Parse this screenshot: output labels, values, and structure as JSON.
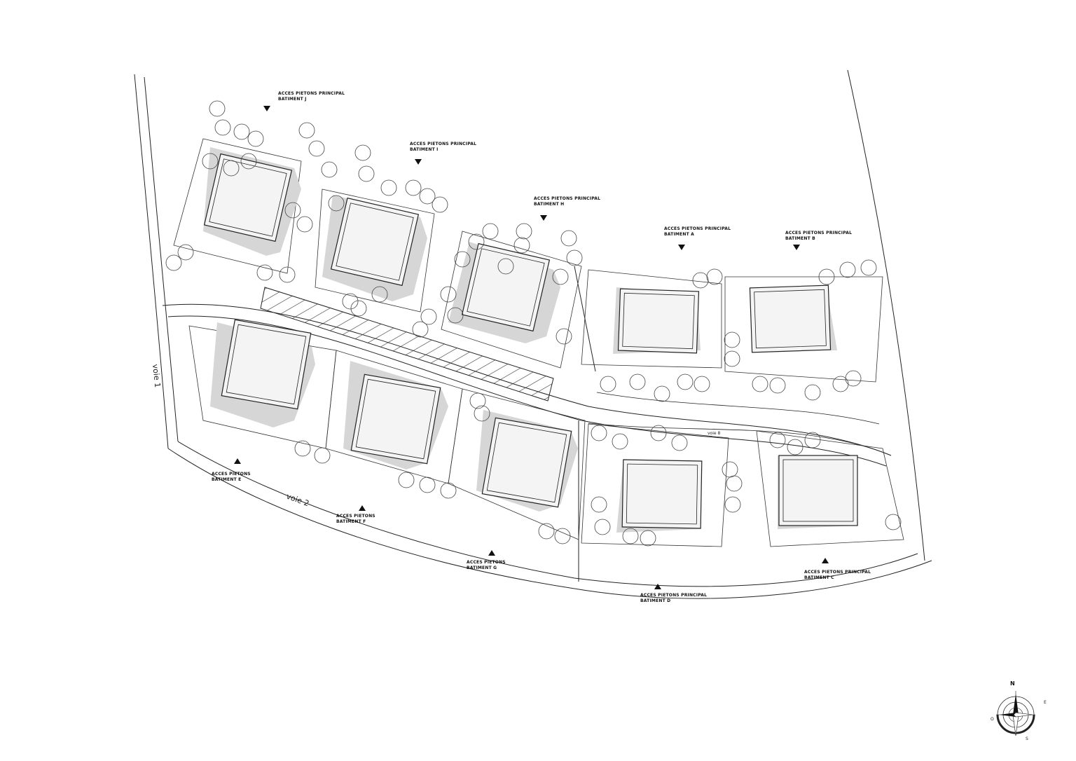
{
  "roads": {
    "voie1": "voie 1",
    "voie2": "voie 2",
    "voie8": "voie 8"
  },
  "buildings": {
    "A": "BATIMENT A",
    "B": "BATIMENT B",
    "C": "BATIMENT C",
    "D": "BATIMENT D",
    "E": "BATIMENT E",
    "F": "BATIMENT F",
    "G": "BATIMENT G",
    "H": "BATIMENT H",
    "I": "BATIMENT I",
    "J": "BATIMENT J"
  },
  "access": {
    "principal": "ACCES PIETONS PRINCIPAL",
    "pietons": "ACCES PIETONS"
  },
  "compass": {
    "n": "N",
    "e": "E",
    "s": "S",
    "o": "O"
  },
  "colors": {
    "line": "#222222",
    "shadow": "#d6d6d6",
    "roof": "#f4f4f4"
  }
}
